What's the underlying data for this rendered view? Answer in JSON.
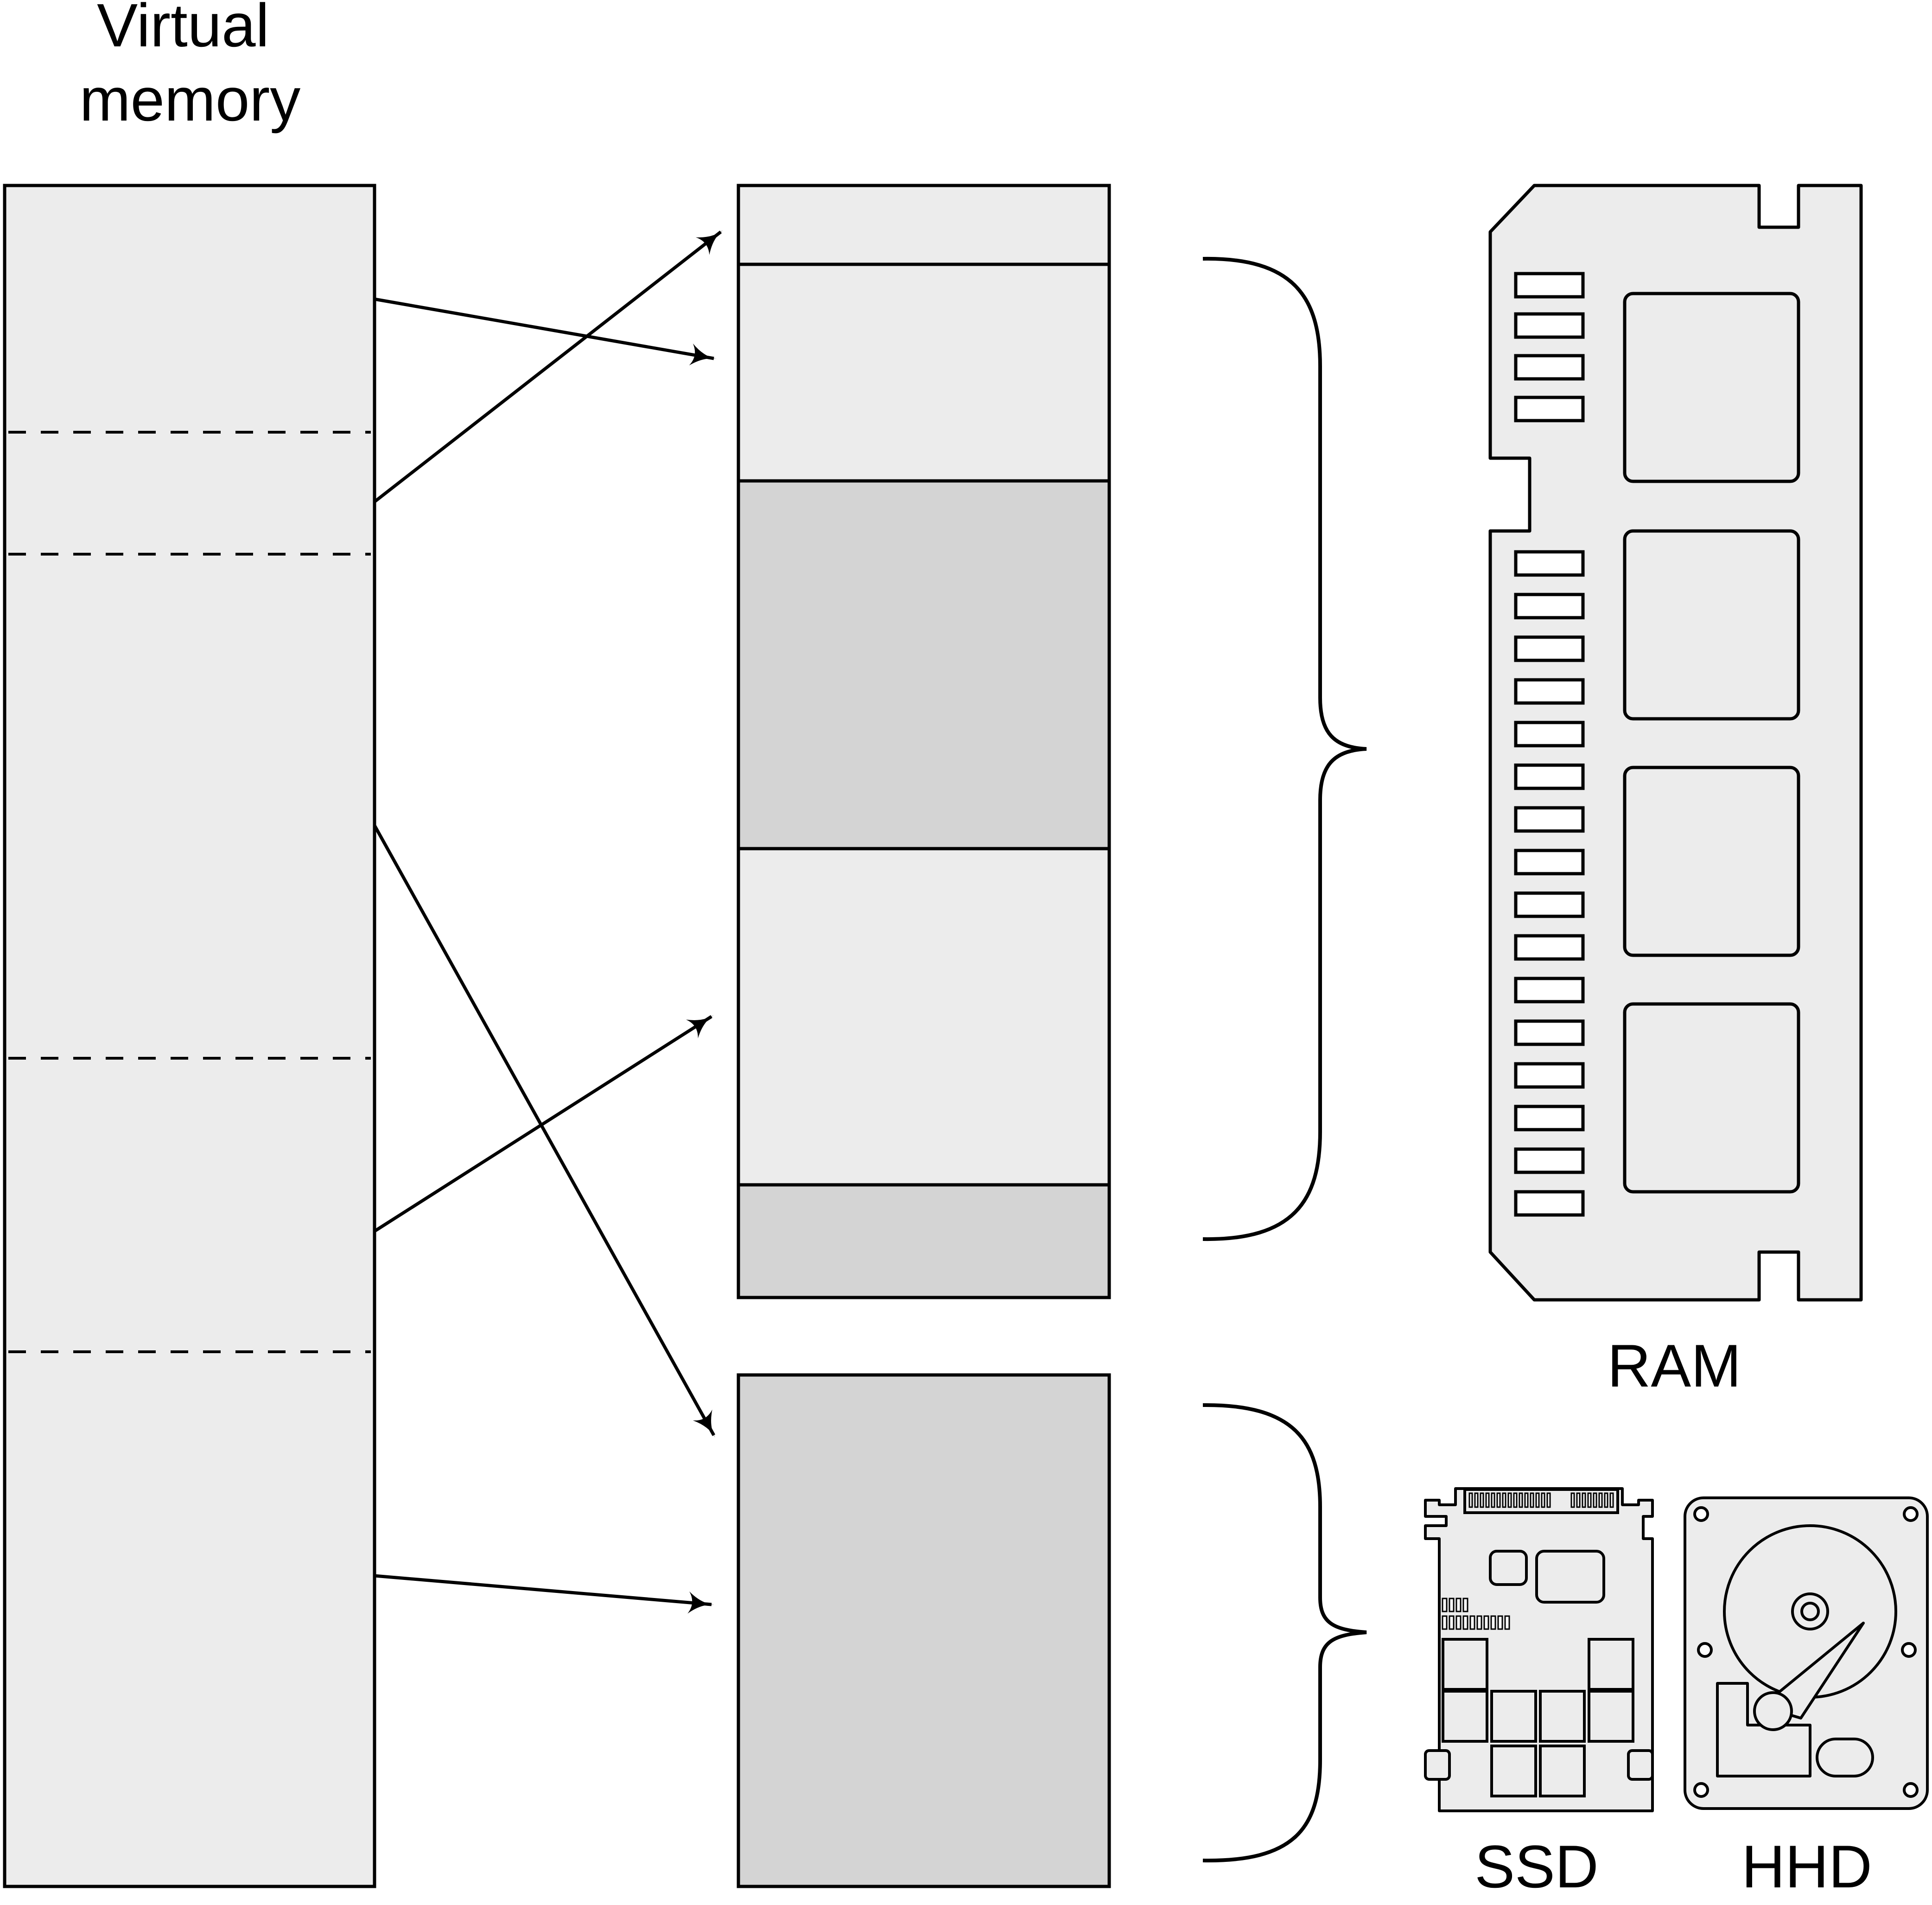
{
  "title": {
    "line1": "Virtual",
    "line2": "memory"
  },
  "labels": {
    "ram": "RAM",
    "ssd": "SSD",
    "hhd": "HHD"
  },
  "colors": {
    "stroke": "#000000",
    "light_fill": "#ececec",
    "mid_fill": "#d4d4d4",
    "white": "#ffffff"
  },
  "icons": [
    "ram-module-icon",
    "ssd-icon",
    "hdd-icon"
  ]
}
